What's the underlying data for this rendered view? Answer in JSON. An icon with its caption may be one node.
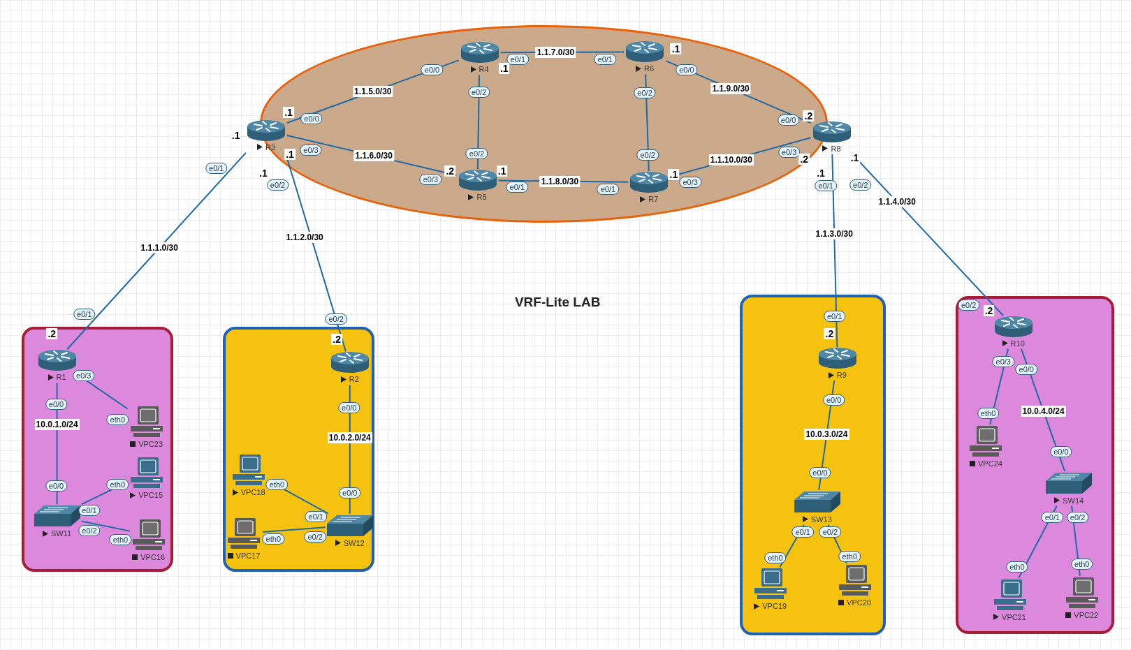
{
  "diagram": {
    "title": "VRF-Lite LAB",
    "nodes": [
      {
        "text": [],
        "shape": "ellipse"
      },
      {
        "text": [
          "R3"
        ]
      },
      {
        "text": [
          "R4"
        ],
        "in": 0
      },
      {
        "text": [
          "R6"
        ],
        "in": 0
      },
      {
        "text": [
          "R5"
        ],
        "in": 0
      },
      {
        "text": [
          "R7"
        ],
        "in": 0
      },
      {
        "text": [
          "R8"
        ]
      },
      {
        "text": [],
        "shape": "box"
      },
      {
        "text": [
          "R1"
        ],
        "in": 7
      },
      {
        "text": [
          "VPC23"
        ],
        "in": 7
      },
      {
        "text": [
          "VPC15"
        ],
        "in": 7
      },
      {
        "text": [
          "SW11"
        ],
        "in": 7
      },
      {
        "text": [
          "VPC16"
        ],
        "in": 7
      },
      {
        "text": [],
        "shape": "box"
      },
      {
        "text": [
          "R2"
        ],
        "in": 13
      },
      {
        "text": [
          "VPC18"
        ],
        "in": 13
      },
      {
        "text": [
          "SW12"
        ],
        "in": 13
      },
      {
        "text": [
          "VPC17"
        ],
        "in": 13
      },
      {
        "text": [],
        "shape": "box"
      },
      {
        "text": [
          "R9"
        ],
        "in": 18
      },
      {
        "text": [
          "SW13"
        ],
        "in": 18
      },
      {
        "text": [
          "VPC19"
        ],
        "in": 18
      },
      {
        "text": [
          "VPC20"
        ],
        "in": 18
      },
      {
        "text": [],
        "shape": "box"
      },
      {
        "text": [
          "R10"
        ],
        "in": 23
      },
      {
        "text": [
          "VPC24"
        ],
        "in": 23
      },
      {
        "text": [
          "SW14"
        ],
        "in": 23
      },
      {
        "text": [
          "VPC21"
        ],
        "in": 23
      },
      {
        "text": [
          "VPC22"
        ],
        "in": 23
      }
    ],
    "edges": [
      {
        "from": 1,
        "to": 2,
        "arrow": "none",
        "label": "1.1.5.0/30"
      },
      {
        "from": 1,
        "to": 4,
        "arrow": "none",
        "label": "1.1.6.0/30"
      },
      {
        "from": 2,
        "to": 3,
        "arrow": "none",
        "label": "1.1.7.0/30"
      },
      {
        "from": 2,
        "to": 4,
        "arrow": "none"
      },
      {
        "from": 3,
        "to": 5,
        "arrow": "none"
      },
      {
        "from": 4,
        "to": 5,
        "arrow": "none",
        "label": "1.1.8.0/30"
      },
      {
        "from": 3,
        "to": 6,
        "arrow": "none",
        "label": "1.1.9.0/30"
      },
      {
        "from": 5,
        "to": 6,
        "arrow": "none",
        "label": "1.1.10.0/30"
      },
      {
        "from": 1,
        "to": 8,
        "arrow": "none",
        "label": "1.1.1.0/30"
      },
      {
        "from": 1,
        "to": 14,
        "arrow": "none",
        "label": "1.1.2.0/30"
      },
      {
        "from": 6,
        "to": 19,
        "arrow": "none",
        "label": "1.1.3.0/30"
      },
      {
        "from": 6,
        "to": 24,
        "arrow": "none",
        "label": "1.1.4.0/30"
      },
      {
        "from": 8,
        "to": 11,
        "arrow": "none",
        "label": "10.0.1.0/24"
      },
      {
        "from": 8,
        "to": 9,
        "arrow": "none"
      },
      {
        "from": 11,
        "to": 10,
        "arrow": "none"
      },
      {
        "from": 11,
        "to": 12,
        "arrow": "none"
      },
      {
        "from": 14,
        "to": 16,
        "arrow": "none",
        "label": "10.0.2.0/24"
      },
      {
        "from": 16,
        "to": 15,
        "arrow": "none"
      },
      {
        "from": 16,
        "to": 17,
        "arrow": "none"
      },
      {
        "from": 19,
        "to": 20,
        "arrow": "none",
        "label": "10.0.3.0/24"
      },
      {
        "from": 20,
        "to": 21,
        "arrow": "none"
      },
      {
        "from": 20,
        "to": 22,
        "arrow": "none"
      },
      {
        "from": 24,
        "to": 25,
        "arrow": "none"
      },
      {
        "from": 24,
        "to": 26,
        "arrow": "none",
        "label": "10.0.4.0/24"
      },
      {
        "from": 26,
        "to": 27,
        "arrow": "none"
      },
      {
        "from": 26,
        "to": 28,
        "arrow": "none"
      }
    ],
    "labels": [
      "e0/1",
      ".1",
      ".1",
      "e0/0",
      ".1",
      "e0/3",
      ".1",
      "e0/2",
      "e0/0",
      "e0/1",
      ".1",
      "e0/2",
      "e0/1",
      ".1",
      "e0/0",
      "e0/2",
      "e0/2",
      "e0/3",
      ".2",
      ".1",
      "e0/1",
      "e0/2",
      ".1",
      "e0/1",
      "e0/3",
      "e0/0",
      ".2",
      "e0/3",
      ".2",
      ".1",
      ".1",
      "e0/1",
      "e0/2",
      "e0/1",
      ".2",
      "e0/3",
      "e0/0",
      "eth0",
      "e0/0",
      "eth0",
      "e0/1",
      "e0/2",
      "eth0",
      "e0/2",
      ".2",
      "e0/0",
      "eth0",
      "e0/0",
      "e0/1",
      "eth0",
      "e0/2",
      "e0/1",
      ".2",
      "e0/0",
      "e0/0",
      "e0/1",
      "e0/2",
      "eth0",
      "eth0",
      "e0/2",
      ".2",
      "e0/3",
      "e0/0",
      "eth0",
      "e0/0",
      "e0/1",
      "e0/2",
      "eth0",
      "eth0"
    ]
  }
}
